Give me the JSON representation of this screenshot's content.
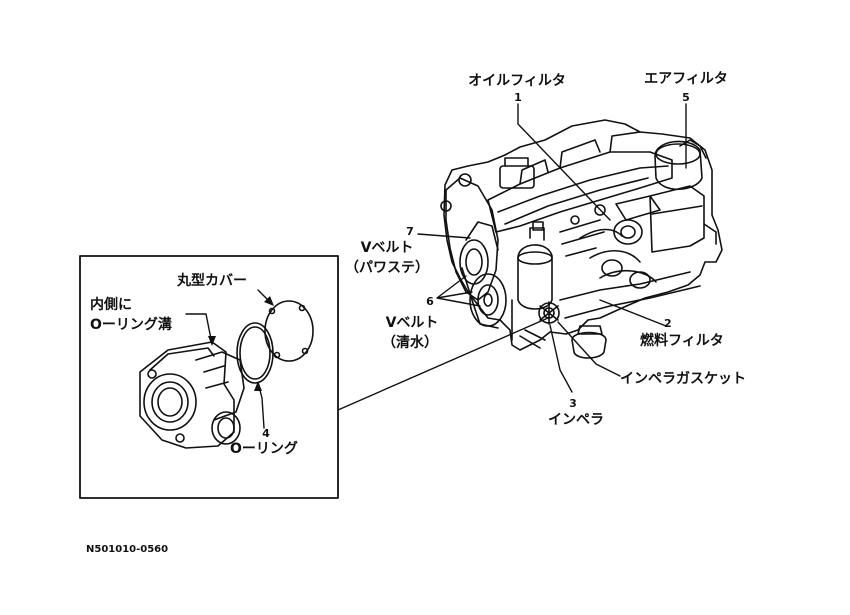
{
  "labels": {
    "oil_filter": "オイルフィルタ",
    "air_filter": "エアフィルタ",
    "v_belt_power_steering": "Vベルト",
    "v_belt_power_steering_sub": "（パワステ）",
    "v_belt_fresh_water": "Vベルト",
    "v_belt_fresh_water_sub": "（清水）",
    "fuel_filter": "燃料フィルタ",
    "impeller_gasket": "インペラガスケット",
    "impeller": "インペラ",
    "round_cover": "丸型カバー",
    "o_ring_groove_line1": "内側に",
    "o_ring_groove_line2": "Oーリング溝",
    "o_ring": "Oーリング"
  },
  "callouts": {
    "n1": "1",
    "n2": "2",
    "n3": "3",
    "n4": "4",
    "n5": "5",
    "n6": "6",
    "n7": "7"
  },
  "figure_code": "N501010-0560",
  "colors": {
    "ink": "#111111",
    "paper": "#ffffff"
  }
}
